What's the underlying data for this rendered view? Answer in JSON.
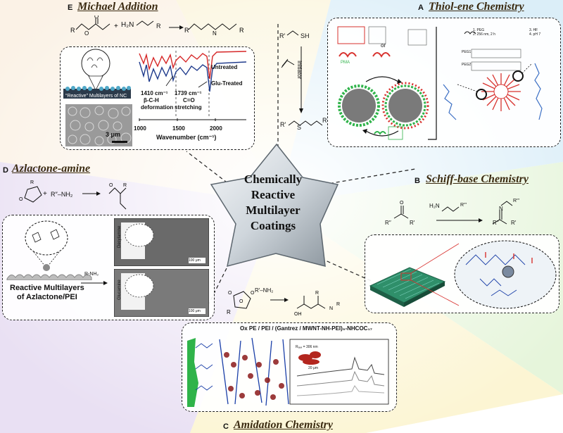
{
  "center": {
    "lines": [
      "Chemically",
      "Reactive",
      "Multilayer",
      "Coatings"
    ]
  },
  "sections": {
    "E": {
      "letter": "E",
      "title": "Michael Addition",
      "reactant_label": "H₂N",
      "rxn_r": "R",
      "spectrum": {
        "label_untreated": "Untreated",
        "label_treated": "Glu-Treated",
        "ann1_line1": "1410 cm⁻¹",
        "ann1_line2": "β-C-H",
        "ann1_line3": "deformation",
        "ann2_line1": "1739 cm⁻¹",
        "ann2_line2": "C=O",
        "ann2_line3": "stretching",
        "xlabel": "Wavenumber (cm⁻¹)",
        "ticks": [
          "1000",
          "1500",
          "2000"
        ]
      },
      "nc_label": "“Reactive” Multilayers of NC",
      "scale_label": "3 μm"
    },
    "A": {
      "letter": "A",
      "title": "Thiol-ene Chemistry",
      "reagent": "R′",
      "sh": "SH",
      "initiator": "Initiator",
      "product_r1": "R′",
      "product_s": "S",
      "product_r2": "R",
      "steps": [
        "1. PEG",
        "2. 256 nm, 2 h",
        "3. HF",
        "4. pH 7"
      ],
      "peg_labels": [
        "PEG1",
        "PEG2"
      ],
      "pma_label": "PMA",
      "or_label": "or"
    },
    "D": {
      "letter": "D",
      "title": "Azlactone-amine",
      "reagent": "R′′–NH₂",
      "plus": "+",
      "arrow_reagent": "R-NH₂",
      "multilayer_line1": "Reactive Multilayers",
      "multilayer_line2": "of Azlactone/PEI",
      "image_labels": [
        "Decylamine",
        "Glucamine"
      ],
      "scale_labels": [
        "100 μm",
        "100 μm"
      ]
    },
    "B": {
      "letter": "B",
      "title": "Schiff-base Chemistry",
      "reagent": "H₂N",
      "r_triple": "R′′′",
      "product_r1": "R′′",
      "product_r2": "R′",
      "n_label": "N"
    },
    "C": {
      "letter": "C",
      "title": "Amidation Chemistry",
      "reagent": "R′–NH₂",
      "layer_formula": "Ox PE / PEI / (Gantrez / MWNT-NH-PEI)₅-NHCOC₁₇",
      "afm_label": "Rₐᵤₑ = 306 nm",
      "afm_scale": "20 μm"
    }
  },
  "colors": {
    "title": "#3a2a10",
    "untreated": "#d62828",
    "treated": "#1f3b8c",
    "green": "#2fb34a",
    "red_polymer": "#d8322e",
    "pei_blue": "#1a3fa8",
    "gantrez": "#8b1a1a"
  }
}
